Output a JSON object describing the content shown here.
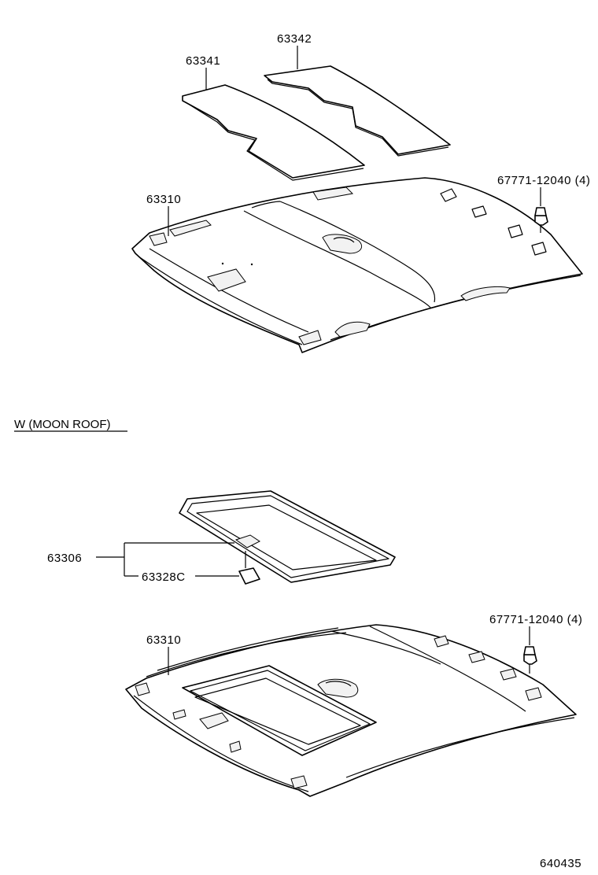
{
  "upper": {
    "label_63342": "63342",
    "label_63341": "63341",
    "label_63310": "63310",
    "label_clip": "67771-12040 (4)"
  },
  "section_title": "W (MOON ROOF)",
  "lower": {
    "label_63306": "63306",
    "label_63328c": "63328C",
    "label_63310": "63310",
    "label_clip": "67771-12040 (4)"
  },
  "diagram_code": "640435"
}
